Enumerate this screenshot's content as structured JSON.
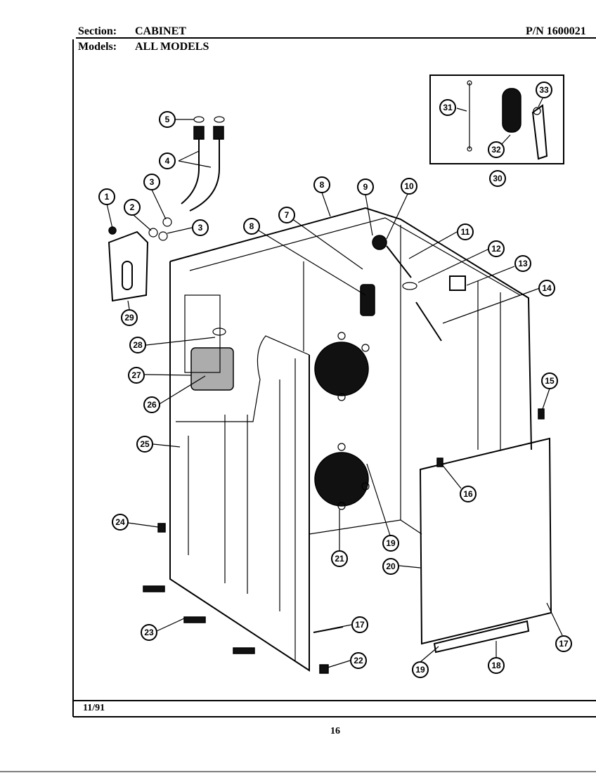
{
  "header": {
    "section_label": "Section:",
    "section_value": "CABINET",
    "models_label": "Models:",
    "models_value": "ALL MODELS",
    "part_number": "P/N 1600021"
  },
  "footer": {
    "date": "11/91",
    "page": "16"
  },
  "callouts": [
    "1",
    "2",
    "3",
    "3",
    "4",
    "5",
    "7",
    "8",
    "8",
    "9",
    "10",
    "11",
    "12",
    "13",
    "14",
    "15",
    "16",
    "17",
    "17",
    "18",
    "19",
    "19",
    "20",
    "21",
    "22",
    "23",
    "24",
    "25",
    "26",
    "27",
    "28",
    "29",
    "30",
    "31",
    "32",
    "33"
  ]
}
